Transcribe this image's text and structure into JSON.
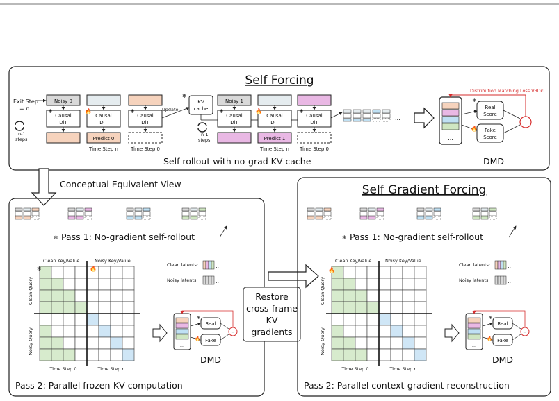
{
  "top_panel": {
    "title": "Self Forcing",
    "exit_step": [
      "Exit Step",
      "= n"
    ],
    "loop_label": [
      "n-1",
      "steps"
    ],
    "block_label": [
      "Causal",
      "DiT"
    ],
    "noisy0": "Noisy 0",
    "noisy1": "Noisy 1",
    "predict0": "Predict 0",
    "predict1": "Predict 1",
    "time_step_n": "Time Step n",
    "time_step_0": "Time Step 0",
    "update": "Update",
    "kv_cache": [
      "KV",
      "cache"
    ],
    "ellipsis": "...",
    "dmd_loss": "Distribution Matching Loss ∇θDᴋʟ",
    "real_score": [
      "Real",
      "Score"
    ],
    "fake_score": [
      "Fake",
      "Score"
    ],
    "minus": "−",
    "caption": "Self-rollout with no-grad KV cache",
    "dmd": "DMD"
  },
  "conceptual_label": "Conceptual Equivalent View",
  "left_panel": {
    "pass1": "Pass 1: No-gradient self-rollout",
    "clean_kv": "Clean Key/Value",
    "noisy_kv": "Noisy Key/Value",
    "clean_query": "Clean Query",
    "noisy_query": "Noisy Query",
    "time_step_0": "Time Step 0",
    "time_step_n": "Time Step n",
    "clean_latents": "Clean latents:",
    "noisy_latents": "Noisy latents:",
    "real": "Real",
    "fake": "Fake",
    "dmd": "DMD",
    "caption": "Pass 2: Parallel frozen-KV computation"
  },
  "middle_label": [
    "Restore",
    "cross-frame",
    "KV",
    "gradients"
  ],
  "right_panel": {
    "title": "Self Gradient Forcing",
    "pass1": "Pass 1: No-gradient self-rollout",
    "clean_kv": "Clean Key/Value",
    "noisy_kv": "Noisy Key/Value",
    "clean_query": "Clean Query",
    "noisy_query": "Noisy Query",
    "time_step_0": "Time Step 0",
    "time_step_n": "Time Step n",
    "clean_latents": "Clean latents:",
    "noisy_latents": "Noisy latents:",
    "real": "Real",
    "fake": "Fake",
    "dmd": "DMD",
    "caption": "Pass 2: Parallel context-gradient reconstruction"
  },
  "colors": {
    "orange": "#f6d3bd",
    "magenta": "#e9b8e4",
    "blue": "#bfe0f3",
    "green": "#cfe6c2",
    "gray": "#d9d9d9",
    "grid_green": "#d7ebcd",
    "grid_blue": "#cfe6f6",
    "red": "#d62c2c"
  }
}
